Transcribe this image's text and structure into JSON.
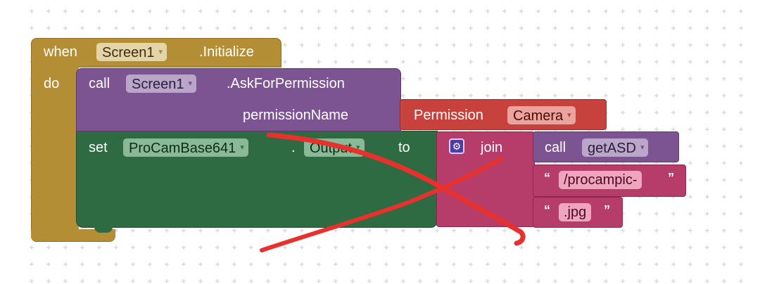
{
  "workspace": {
    "event_block": {
      "keyword_when": "when",
      "keyword_do": "do",
      "component": "Screen1",
      "event": ".Initialize"
    },
    "ask_permission_block": {
      "keyword_call": "call",
      "component": "Screen1",
      "method": ".AskForPermission",
      "param_label": "permissionName"
    },
    "permission_block": {
      "label": "Permission",
      "value": "Camera"
    },
    "set_block": {
      "keyword_set": "set",
      "component": "ProCamBase641",
      "dot": ".",
      "property": "Output",
      "keyword_to": "to"
    },
    "join_block": {
      "label": "join"
    },
    "call_procedure_block": {
      "keyword_call": "call",
      "procedure": "getASD"
    },
    "text_blocks": [
      {
        "open_quote": "“",
        "value": "/procampic-",
        "close_quote": "”"
      },
      {
        "open_quote": "“",
        "value": ".jpg",
        "close_quote": "”"
      }
    ],
    "dropdown_arrow": "▾",
    "colors": {
      "event": "#b48e34",
      "procedure_call": "#7d5492",
      "permission": "#c7423c",
      "setter": "#2e6b42",
      "text": "#b63c6a",
      "annotation": "#e8302d"
    },
    "icons": [
      "mutator-gear-icon",
      "dropdown-arrow-icon"
    ]
  }
}
